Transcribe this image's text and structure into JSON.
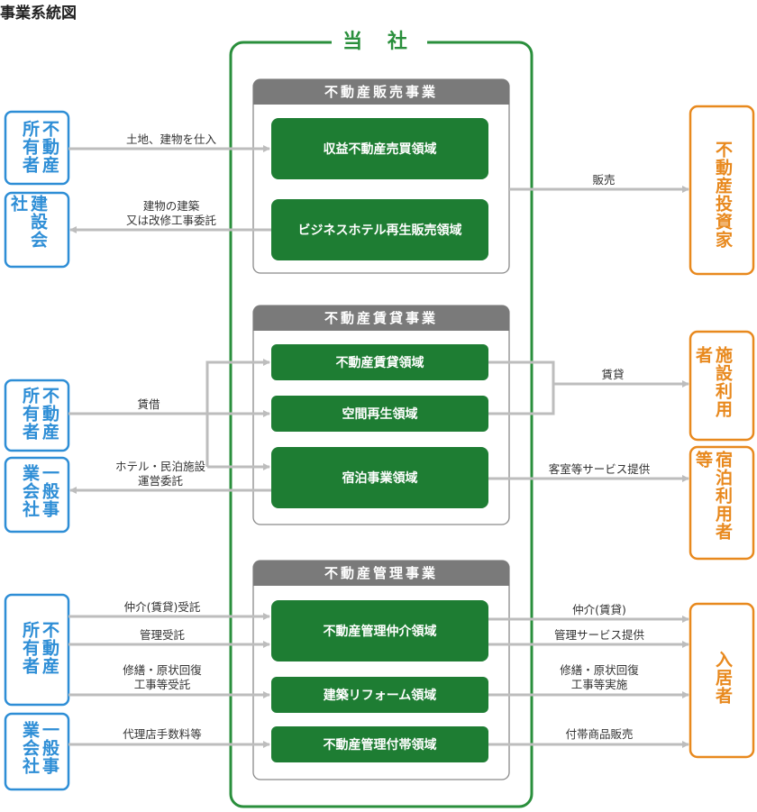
{
  "title": "事業系統図",
  "company": "当 社",
  "sections": {
    "sales": "不動産販売事業",
    "leasing": "不動産賃貸事業",
    "management": "不動産管理事業"
  },
  "domains": {
    "d1": "収益不動産売買領域",
    "d2": "ビジネスホテル再生販売領域",
    "d3": "不動産賃貸領域",
    "d4": "空間再生領域",
    "d5": "宿泊事業領域",
    "d6": "不動産管理仲介領域",
    "d7": "建築リフォーム領域",
    "d8": "不動産管理付帯領域"
  },
  "left_entities": {
    "owner1": "不動産所有者",
    "builder": "建設会社",
    "owner2": "不動産所有者",
    "general1": "一般事業会社",
    "owner3": "不動産所有者",
    "general2": "一般事業会社"
  },
  "right_entities": {
    "investor": "不動産投資家",
    "facility_user": "施設利用者",
    "lodging_user": "宿泊利用者等",
    "tenant": "入居者"
  },
  "flow_labels": {
    "land_purchase": "土地、建物を仕入",
    "construction_1": "建物の建築",
    "construction_2": "又は改修工事委託",
    "sale": "販売",
    "lease_in": "賃借",
    "lease_out": "賃貸",
    "hotel_1": "ホテル・民泊施設",
    "hotel_2": "運営委託",
    "guest_service": "客室等サービス提供",
    "brokerage_in": "仲介(賃貸)受託",
    "mgmt_in": "管理受託",
    "repair_in_1": "修繕・原状回復",
    "repair_in_2": "工事等受託",
    "agency_fee": "代理店手数料等",
    "brokerage_out": "仲介(賃貸)",
    "mgmt_out": "管理サービス提供",
    "repair_out_1": "修繕・原状回復",
    "repair_out_2": "工事等実施",
    "ancillary": "付帯商品販売"
  },
  "colors": {
    "green": "#2a8f3c",
    "box_green": "#1e7d33",
    "header_gray": "#7a7a7a",
    "blue": "#2e8ed6",
    "orange": "#e8891e",
    "arrow": "#bdbdbd"
  }
}
